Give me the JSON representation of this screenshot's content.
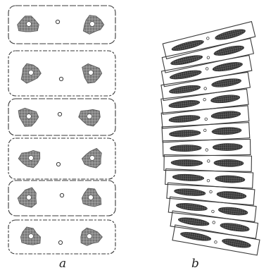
{
  "figure": {
    "panel_a": {
      "label": "a",
      "cell_count": 6
    },
    "panel_b": {
      "label": "b",
      "cell_count": 14
    },
    "colors": {
      "ink": "#3a3a3a",
      "background": "#ffffff",
      "nucleus_fill": "#7d7d7d",
      "chromatin_dark": "#2e2e2e"
    }
  }
}
